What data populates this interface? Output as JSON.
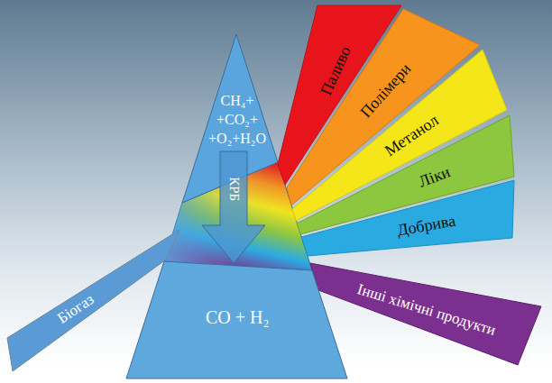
{
  "diagram": {
    "nodes": [
      {
        "text": [
          "CH₄+ +CO₂+ +O₂+H₂O"
        ]
      },
      {
        "text": [
          "КРБ"
        ]
      },
      {
        "text": [
          "CO + H₂"
        ]
      },
      {
        "text": [
          "Біогаз"
        ]
      },
      {
        "text": [
          "Паливо"
        ]
      },
      {
        "text": [
          "Полімери"
        ]
      },
      {
        "text": [
          "Метанол"
        ]
      },
      {
        "text": [
          "Ліки"
        ]
      },
      {
        "text": [
          "Добрива"
        ]
      },
      {
        "text": [
          "Інші хімічні продукти"
        ]
      }
    ]
  }
}
